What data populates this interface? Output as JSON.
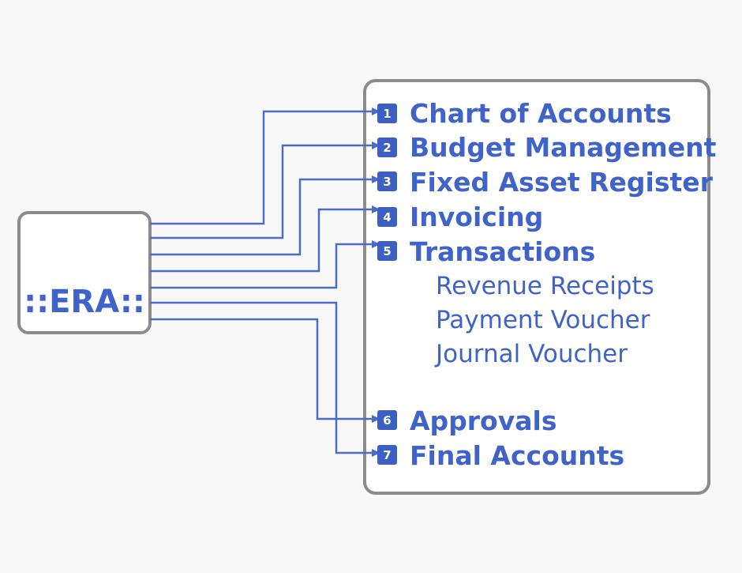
{
  "source_label": "::ERA::",
  "modules": [
    {
      "number": "1",
      "label": "Chart of Accounts",
      "sub_items": []
    },
    {
      "number": "2",
      "label": "Budget Management",
      "sub_items": []
    },
    {
      "number": "3",
      "label": "Fixed Asset Register",
      "sub_items": []
    },
    {
      "number": "4",
      "label": "Invoicing",
      "sub_items": []
    },
    {
      "number": "5",
      "label": "Transactions",
      "sub_items": [
        "Revenue Receipts",
        "Payment Voucher",
        "Journal Voucher"
      ]
    },
    {
      "number": "6",
      "label": "Approvals",
      "sub_items": []
    },
    {
      "number": "7",
      "label": "Final Accounts",
      "sub_items": []
    }
  ],
  "colors": {
    "accent": "#3f63c9",
    "connector": "#4a6cc8",
    "box_border": "#8c8c8c",
    "background": "#f8f8f8"
  }
}
